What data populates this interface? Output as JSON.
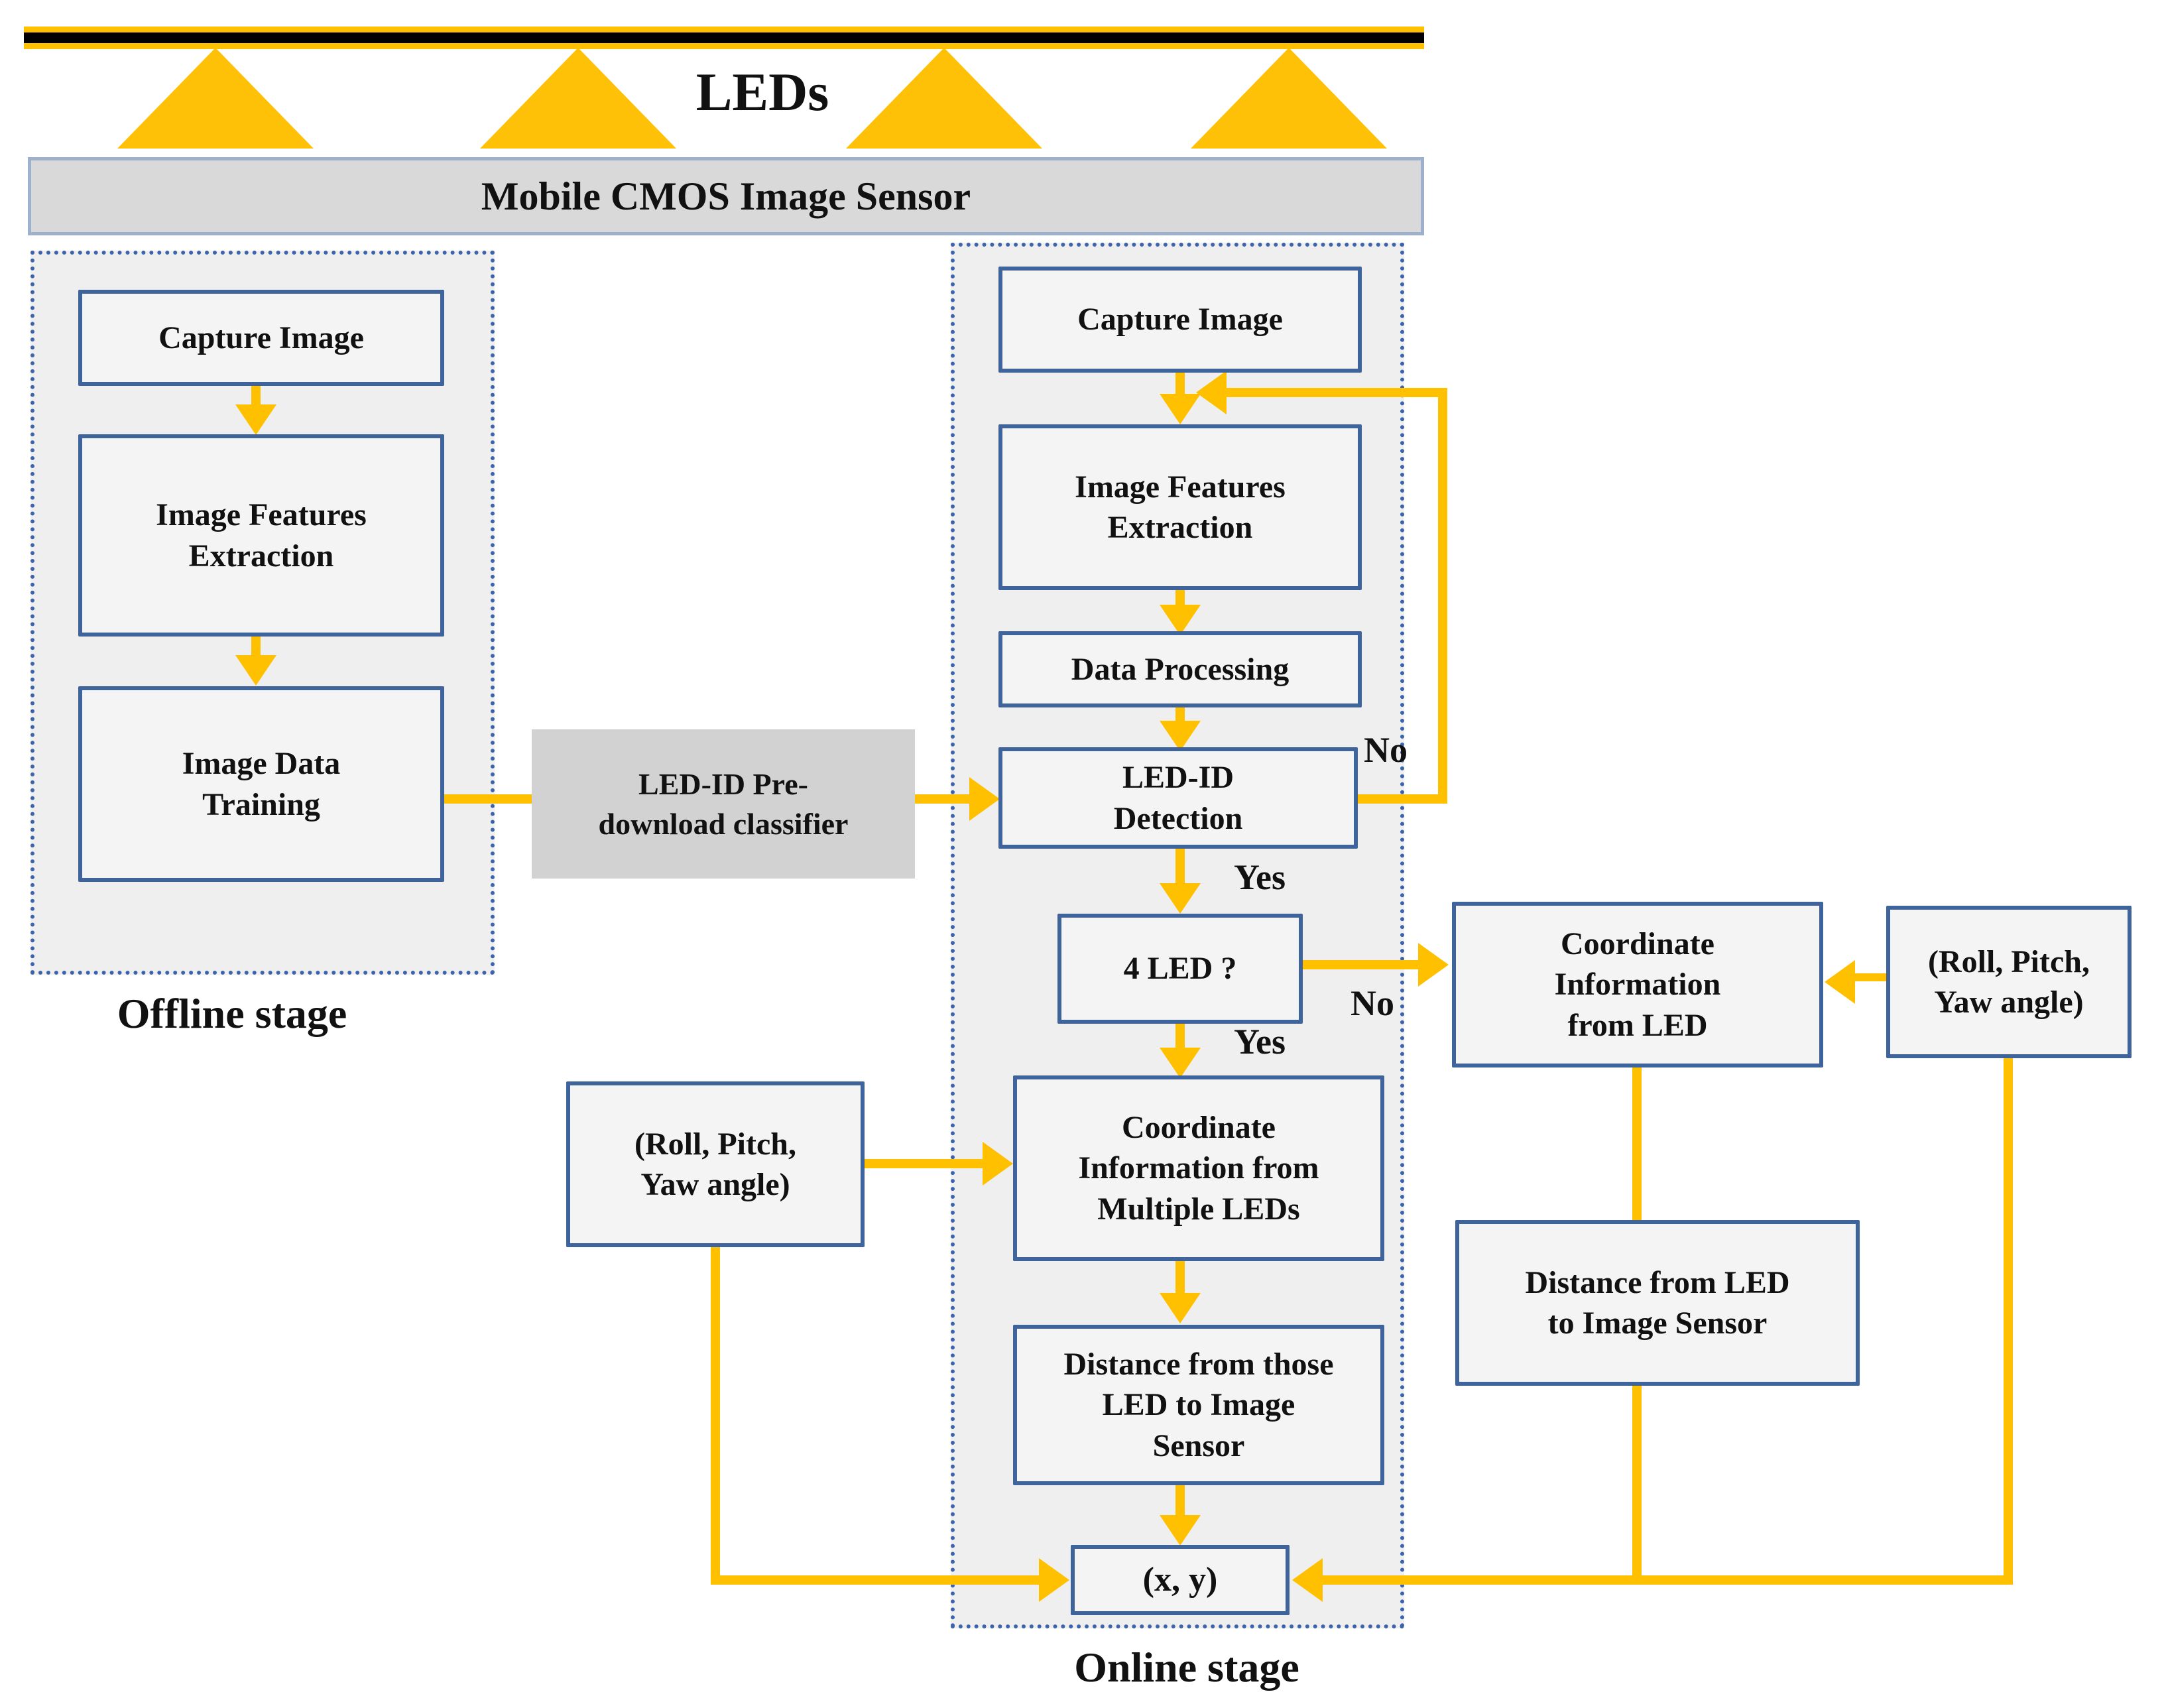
{
  "top": {
    "leds_label": "LEDs",
    "sensor_bar": "Mobile CMOS Image Sensor"
  },
  "offline": {
    "label": "Offline stage",
    "capture": "Capture Image",
    "features": "Image Features\nExtraction",
    "training": "Image Data\nTraining"
  },
  "classifier": {
    "label": "LED-ID Pre-\ndownload classifier"
  },
  "online": {
    "label": "Online stage",
    "capture": "Capture Image",
    "features": "Image Features\nExtraction",
    "processing": "Data Processing",
    "detection": "LED-ID\nDetection",
    "decision": "4 LED ?",
    "coord_multi": "Coordinate\nInformation from\nMultiple LEDs",
    "distance_multi": "Distance from those\nLED to Image\nSensor",
    "position": "(x, y)"
  },
  "right": {
    "coord_led": "Coordinate\nInformation\nfrom LED",
    "rpy": "(Roll, Pitch,\nYaw angle)",
    "distance_led": "Distance from LED\nto Image Sensor"
  },
  "left": {
    "rpy": "(Roll, Pitch,\nYaw angle)"
  },
  "branches": {
    "detection_no": "No",
    "detection_yes": "Yes",
    "decision_no": "No",
    "decision_yes": "Yes"
  },
  "colors": {
    "accent_yellow": "#FFC000",
    "triangle_yellow": "#FFC107",
    "box_border_blue": "#3F639B",
    "stage_border_blue": "#3C63AD",
    "sensor_bar_gray": "#D9D9D9",
    "classifier_gray": "#D2D2D2",
    "stage_fill": "#EFEFEF",
    "box_fill": "#F4F4F4",
    "ceiling_black": "#000000"
  }
}
